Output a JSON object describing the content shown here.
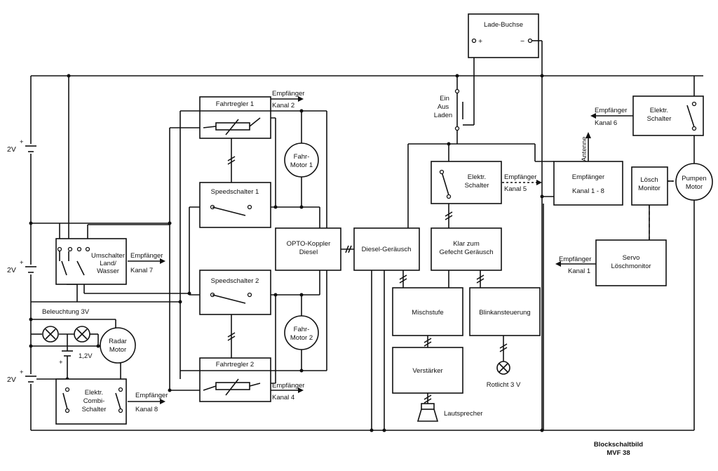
{
  "labels": {
    "lade_buchse": "Lade-Buchse",
    "plus": "+",
    "minus": "−",
    "ein": "Ein",
    "aus": "Aus",
    "laden": "Laden",
    "fahrtregler1": "Fahrtregler 1",
    "fahrtregler2": "Fahrtregler 2",
    "speedschalter1": "Speedschalter 1",
    "speedschalter2": "Speedschalter 2",
    "fahrmotor1_a": "Fahr-",
    "fahrmotor1_b": "Motor 1",
    "fahrmotor2_a": "Fahr-",
    "fahrmotor2_b": "Motor 2",
    "opto_a": "OPTO-Koppler",
    "opto_b": "Diesel",
    "diesel": "Diesel-Geräusch",
    "elektr_schalter_a": "Elektr.",
    "elektr_schalter_b": "Schalter",
    "klar_a": "Klar zum",
    "klar_b": "Gefecht Geräusch",
    "mischstufe": "Mischstufe",
    "blink": "Blinkansteuerung",
    "verstaerker": "Verstärker",
    "lautsprecher": "Lautsprecher",
    "rotlicht": "Rotlicht 3 V",
    "empfaenger_box_a": "Empfänger",
    "empfaenger_box_b": "Kanal 1 - 8",
    "antenne": "Antenne",
    "elektr2_a": "Elektr.",
    "elektr2_b": "Schalter",
    "loesch_a": "Lösch",
    "loesch_b": "Monitor",
    "pumpen_a": "Pumpen",
    "pumpen_b": "Motor",
    "servo_a": "Servo",
    "servo_b": "Löschmonitor",
    "umschalter_a": "Umschalter",
    "umschalter_b": "Land/",
    "umschalter_c": "Wasser",
    "beleuchtung": "Beleuchtung 3V",
    "radar_a": "Radar",
    "radar_b": "Motor",
    "v12": "1,2V",
    "combi_a": "Elektr.",
    "combi_b": "Combi-",
    "combi_c": "Schalter",
    "v2_1": "2V",
    "v2_2": "2V",
    "v2_3": "2V",
    "bat_plus": "+",
    "empf": "Empfänger",
    "kanal1": "Kanal 1",
    "kanal2": "Kanal 2",
    "kanal4": "Kanal 4",
    "kanal5": "Kanal 5",
    "kanal6": "Kanal 6",
    "kanal7": "Kanal 7",
    "kanal8": "Kanal 8",
    "footer_a": "Blockschaltbild",
    "footer_b": "MVF 38"
  }
}
